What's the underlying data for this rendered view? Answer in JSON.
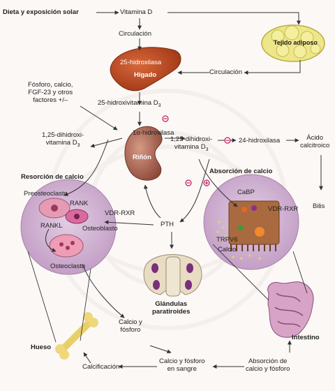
{
  "nodes": {
    "diet": "Dieta y exposición solar",
    "vitamin_d": "Vitamina D",
    "circulation_top": "Circulación",
    "adipose": "Tejido adiposo",
    "liver_enzyme": "25-hidroxilasa",
    "liver": "Hígado",
    "circulation_mid": "Circulación",
    "factors": "Fósforo, calcio,\nFGF-23 y otros\nfactores +/–",
    "hydroxy_d3": "25-hidroxivitamina D",
    "hydroxy_d3_sub": "3",
    "kidney_enzyme": "1α-hidroxilasa",
    "kidney": "Riñón",
    "dihydroxy_left": "1,25-dihidroxi-\nvitamina D",
    "dihydroxy_left_sub": "3",
    "dihydroxy_right": "1,25-dihidroxi-\nvitamina D",
    "dihydroxy_right_sub": "3",
    "hydroxylase24": "24-hidroxilasa",
    "calcitroic": "Ácido\ncalcitroico",
    "bile": "Bilis",
    "resorption_title": "Resorción de calcio",
    "preosteoclast": "Preosteoclasto",
    "rank": "RANK",
    "rankl": "RANKL",
    "vdr_rxr_left": "VDR-RXR",
    "osteoblast": "Osteoblasto",
    "osteoclast": "Osteoclasto",
    "pth": "PTH",
    "absorption_title": "Absorción de calcio",
    "cabp": "CaBP",
    "vdr_rxr_right": "VDR-RXR",
    "trpv6": "TRPV6",
    "calcium": "Calcio",
    "parathyroid": "Glándulas\nparatiroides",
    "calcium_phosphorus": "Calcio y\nfósforo",
    "intestine": "Intestino",
    "bone": "Hueso",
    "calcification": "Calcificación",
    "blood": "Calcio y fósforo\nen sangre",
    "absorption_bottom": "Absorción de\ncalcio y fósforo"
  },
  "colors": {
    "arrow": "#333333",
    "liver": "#b5441e",
    "kidney": "#a85a4a",
    "purple_circle": "#ccaacd",
    "inhibit_marker": "#c2185b",
    "adipose": "#e8e06a",
    "bone": "#f0d77a"
  }
}
